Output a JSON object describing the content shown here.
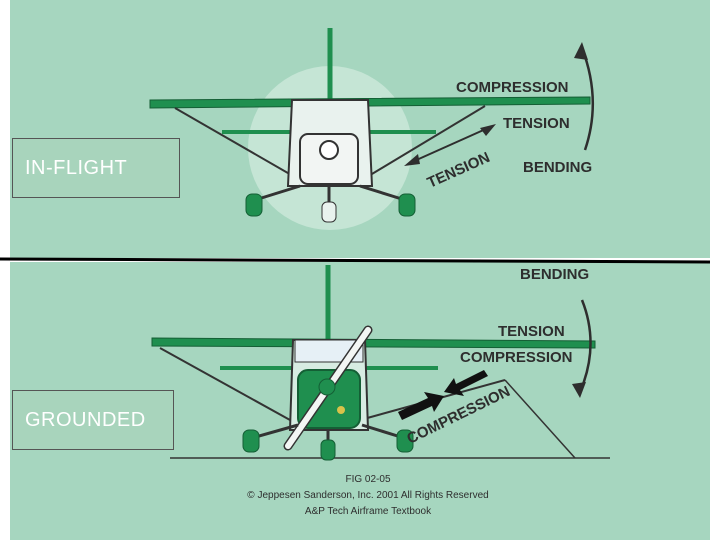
{
  "panels": {
    "top": {
      "box_label": "IN-FLIGHT",
      "labels": {
        "compression": "COMPRESSION",
        "tension": "TENSION",
        "bending": "BENDING",
        "strut_tension": "TENSION"
      }
    },
    "bottom": {
      "box_label": "GROUNDED",
      "labels": {
        "bending": "BENDING",
        "tension": "TENSION",
        "compression": "COMPRESSION",
        "strut_compression": "COMPRESSION"
      }
    }
  },
  "caption": {
    "fig": "FIG 02-05",
    "copyright": "© Jeppesen Sanderson, Inc. 2001 All Rights Reserved",
    "source": "A&P Tech Airframe Textbook"
  },
  "colors": {
    "background": "#a6d6bf",
    "airframe": "#1f8f4f",
    "text": "#2e2e2e",
    "divider": "#000000"
  }
}
